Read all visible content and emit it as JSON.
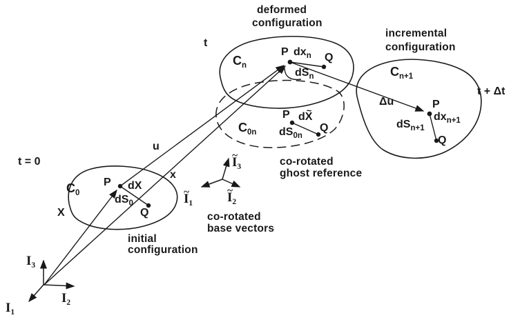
{
  "figure": {
    "ink": "#191919",
    "background": "#ffffff"
  },
  "regions": {
    "initial": {
      "caption": [
        "initial",
        "configuration"
      ],
      "time_label": "t = 0",
      "set": {
        "base": "C",
        "sub": "0"
      },
      "p": "P",
      "q": "Q",
      "dx": {
        "d": "d",
        "sym": "X"
      },
      "ds": {
        "base": "dS",
        "sub": "0"
      },
      "position_vector": "X"
    },
    "deformed": {
      "caption": [
        "deformed",
        "configuration"
      ],
      "time_label": "t",
      "set": {
        "base": "C",
        "sub": "n"
      },
      "p": "P",
      "q": "Q",
      "dx": {
        "d": "d",
        "sym": "x",
        "sub": "n"
      },
      "ds": {
        "base": "dS",
        "sub": "n"
      },
      "position_vector": "x",
      "displacement": "u"
    },
    "incremental": {
      "caption": [
        "incremental",
        "configuration"
      ],
      "time_label": "t + Δt",
      "set": {
        "base": "C",
        "sub": "n+1"
      },
      "p": "P",
      "q": "Q",
      "dx": {
        "d": "d",
        "sym": "x",
        "sub": "n+1"
      },
      "ds": {
        "base": "dS",
        "sub": "n+1"
      },
      "displacement": "Δu"
    },
    "ghost": {
      "caption": [
        "co-rotated",
        "ghost reference"
      ],
      "set": {
        "base": "C",
        "sub": "0n"
      },
      "p": "P",
      "q": "Q",
      "dx": {
        "d": "d",
        "sym": "X",
        "tilde": "~"
      },
      "ds": {
        "base": "dS",
        "sub": "0n"
      }
    },
    "corotated_base": {
      "caption": [
        "co-rotated",
        "base vectors"
      ],
      "axes": [
        {
          "base": "I",
          "tilde": "~",
          "sub": "1"
        },
        {
          "base": "I",
          "tilde": "~",
          "sub": "2"
        },
        {
          "base": "I",
          "tilde": "~",
          "sub": "3"
        }
      ]
    },
    "global_frame": {
      "axes": [
        {
          "base": "I",
          "sub": "1"
        },
        {
          "base": "I",
          "sub": "2"
        },
        {
          "base": "I",
          "sub": "3"
        }
      ]
    }
  }
}
